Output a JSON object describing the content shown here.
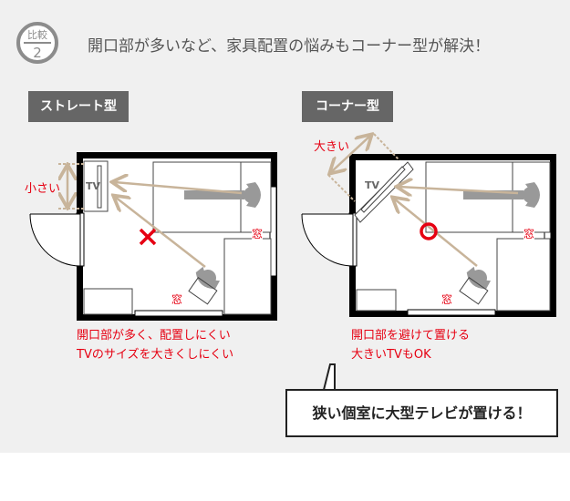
{
  "header": {
    "badge_label": "比較",
    "badge_number": "2",
    "headline": "開口部が多いなど、家具配置の悩みもコーナー型が解決！"
  },
  "straight": {
    "tag": "ストレート型",
    "tv_label": "TV",
    "size_label": "小さい",
    "window_label": "窓",
    "note_line1": "開口部が多く、配置しにくい",
    "note_line2": "TVのサイズを大きくしにくい"
  },
  "corner": {
    "tag": "コーナー型",
    "tv_label": "TV",
    "size_label": "大きい",
    "window_label": "窓",
    "note_line1": "開口部を避けて置ける",
    "note_line2": "大きいTVもOK"
  },
  "callout": "狭い個室に大型テレビが置ける！",
  "colors": {
    "accent_red": "#e60012",
    "arrow": "#c8b49a",
    "wall": "#000000",
    "tag_bg": "#666666"
  }
}
